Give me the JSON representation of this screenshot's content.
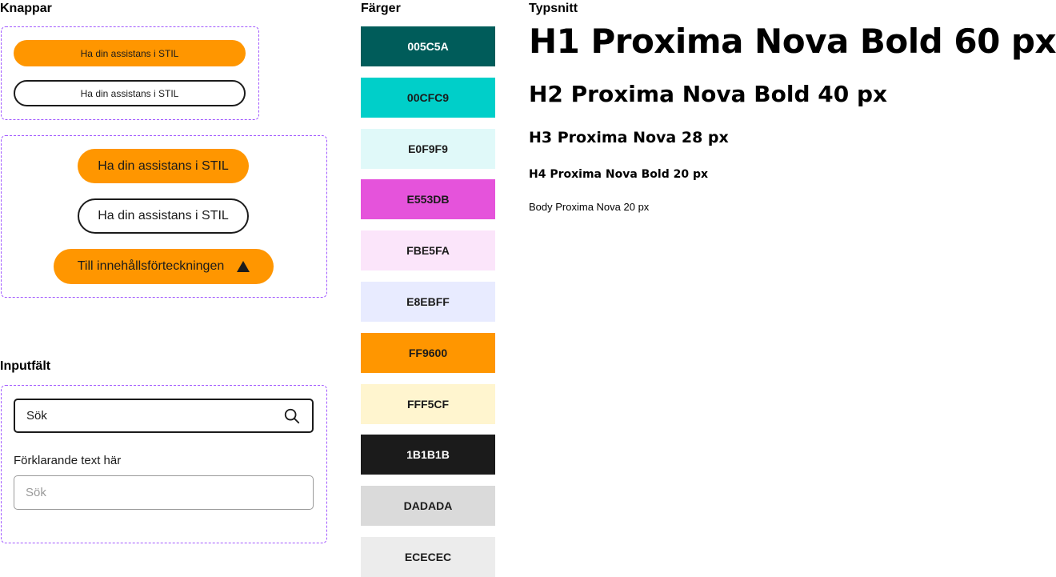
{
  "sections": {
    "buttons_title": "Knappar",
    "colors_title": "Färger",
    "typography_title": "Typsnitt",
    "inputs_title": "Inputfält"
  },
  "buttons": {
    "primary_small": "Ha din assistans i STIL",
    "secondary_small": "Ha din assistans i STIL",
    "primary_large": "Ha din assistans i STIL",
    "secondary_large": "Ha din assistans i STIL",
    "toc_button": "Till innehållsförteckningen",
    "toc_icon": "triangle-up-icon"
  },
  "inputs": {
    "search_placeholder": "Sök",
    "search_icon": "search-icon",
    "helper_label": "Förklarande text här",
    "field_placeholder": "Sök"
  },
  "colors": [
    {
      "hex": "005C5A",
      "background": "#005c5a",
      "text_color": "#ffffff"
    },
    {
      "hex": "00CFC9",
      "background": "#00cfc9",
      "text_color": "#1b1b1b"
    },
    {
      "hex": "E0F9F9",
      "background": "#e0f9f9",
      "text_color": "#1b1b1b"
    },
    {
      "hex": "E553DB",
      "background": "#e553db",
      "text_color": "#1b1b1b"
    },
    {
      "hex": "FBE5FA",
      "background": "#fbe5fa",
      "text_color": "#1b1b1b"
    },
    {
      "hex": "E8EBFF",
      "background": "#e8ebff",
      "text_color": "#1b1b1b"
    },
    {
      "hex": "FF9600",
      "background": "#ff9600",
      "text_color": "#1b1b1b"
    },
    {
      "hex": "FFF5CF",
      "background": "#fff5cf",
      "text_color": "#1b1b1b"
    },
    {
      "hex": "1B1B1B",
      "background": "#1b1b1b",
      "text_color": "#ffffff"
    },
    {
      "hex": "DADADA",
      "background": "#dadada",
      "text_color": "#1b1b1b"
    },
    {
      "hex": "ECECEC",
      "background": "#ececec",
      "text_color": "#1b1b1b"
    }
  ],
  "typography": {
    "h1": "H1 Proxima Nova Bold 60 px",
    "h2": "H2 Proxima Nova Bold 40 px",
    "h3": "H3 Proxima Nova  28 px",
    "h4": "H4 Proxima Nova Bold 20 px",
    "body": "Body Proxima Nova 20 px"
  },
  "theme": {
    "accent_orange": "#ff9600",
    "dark": "#1b1b1b",
    "dashed_border": "#a259ff"
  }
}
